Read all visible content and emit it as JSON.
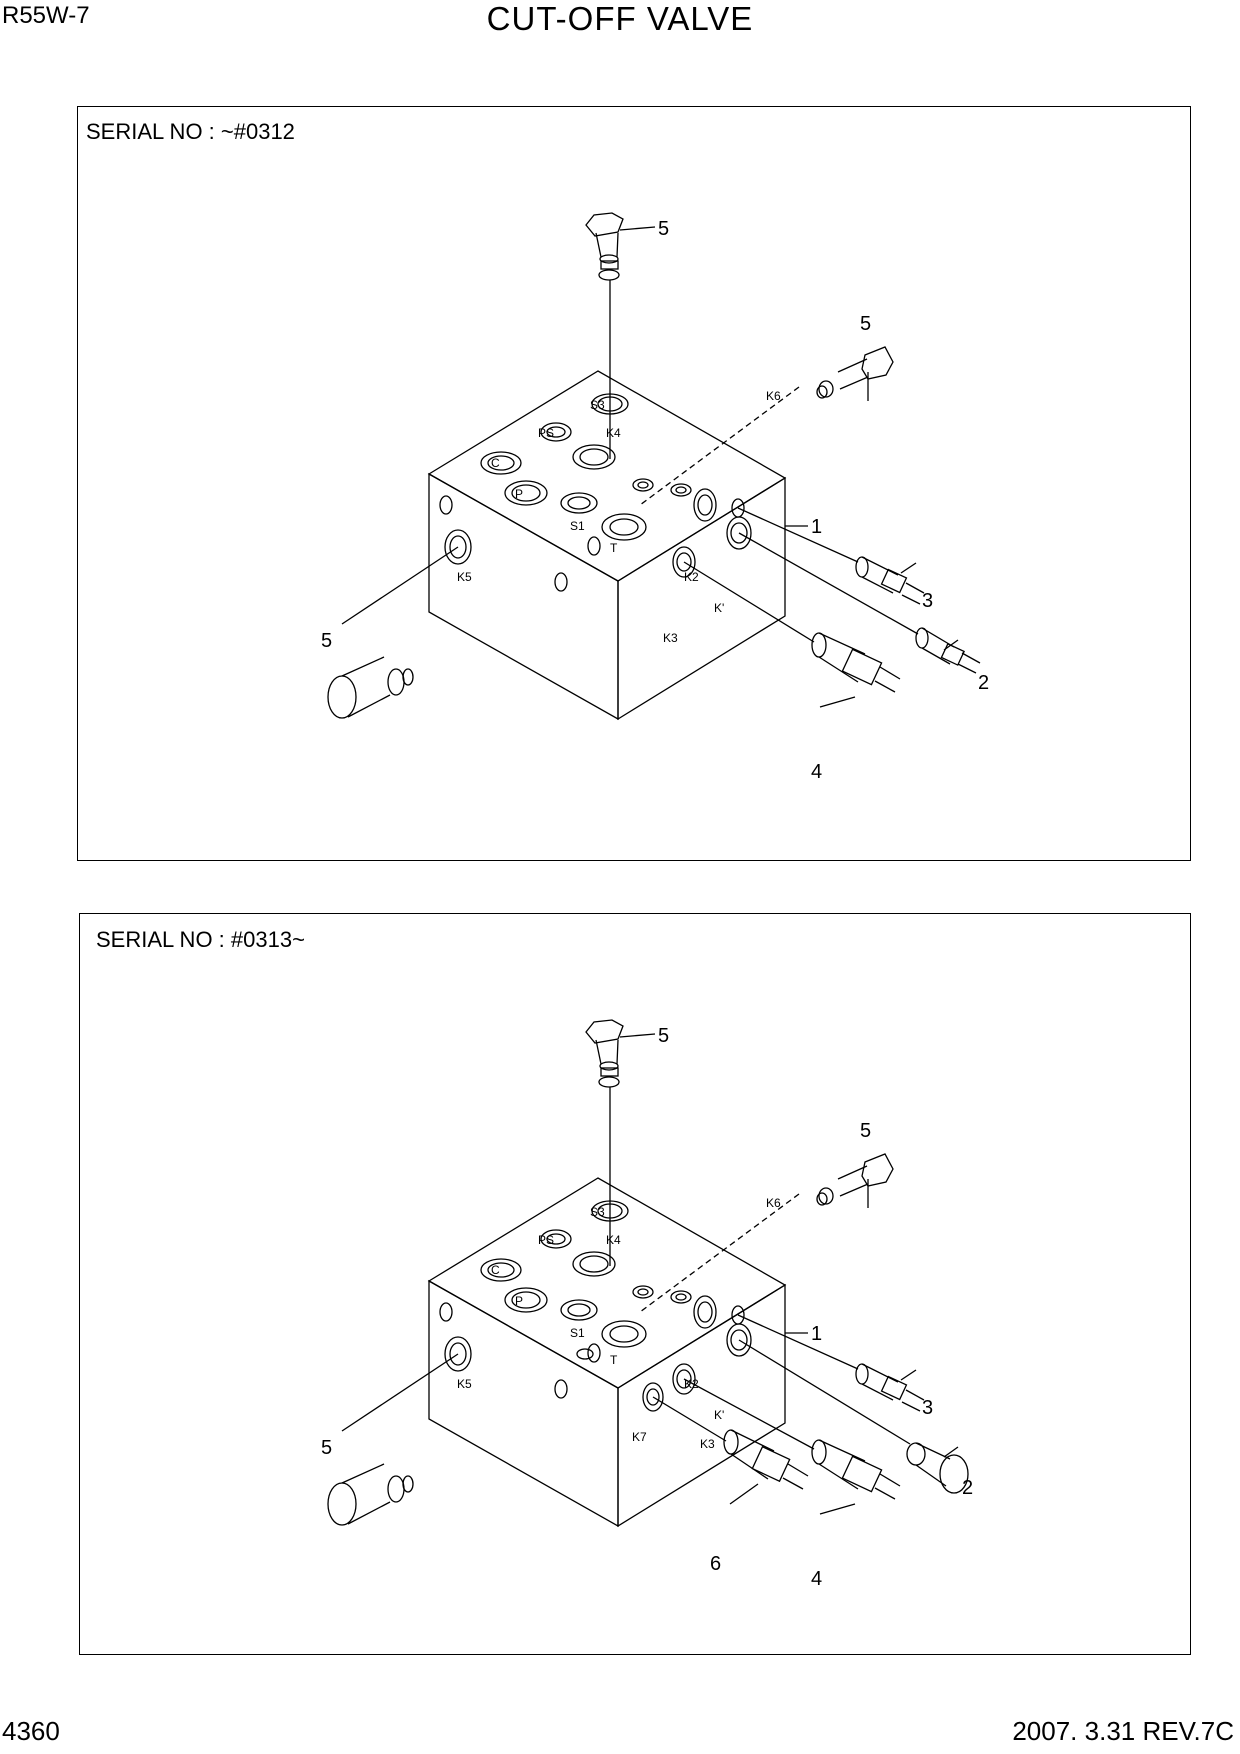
{
  "header": {
    "model": "R55W-7",
    "title": "CUT-OFF VALVE"
  },
  "footer": {
    "page_number": "4360",
    "revision": "2007. 3.31  REV.7C"
  },
  "panels": [
    {
      "serial": "SERIAL NO :  ~#0312",
      "ports": {
        "s3": "S3",
        "ps": "PS",
        "k4": "K4",
        "c": "C",
        "p": "P",
        "s1": "S1",
        "t": "T",
        "k6": "K6",
        "k5": "K5",
        "k2": "K2",
        "k1": "K'",
        "k3": "K3"
      },
      "callouts": {
        "top": "5",
        "right": "5",
        "body": "1",
        "left": "5",
        "c3": "3",
        "c2": "2",
        "c4": "4"
      }
    },
    {
      "serial": "SERIAL NO :  #0313~",
      "ports": {
        "s3": "S3",
        "ps": "PS",
        "k4": "K4",
        "c": "C",
        "p": "P",
        "s1": "S1",
        "t": "T",
        "k6": "K6",
        "k5": "K5",
        "k2": "K2",
        "k1": "K'",
        "k3": "K3",
        "k7": "K7"
      },
      "callouts": {
        "top": "5",
        "right": "5",
        "body": "1",
        "left": "5",
        "c3": "3",
        "c2": "2",
        "c4": "4",
        "c6": "6"
      }
    }
  ]
}
